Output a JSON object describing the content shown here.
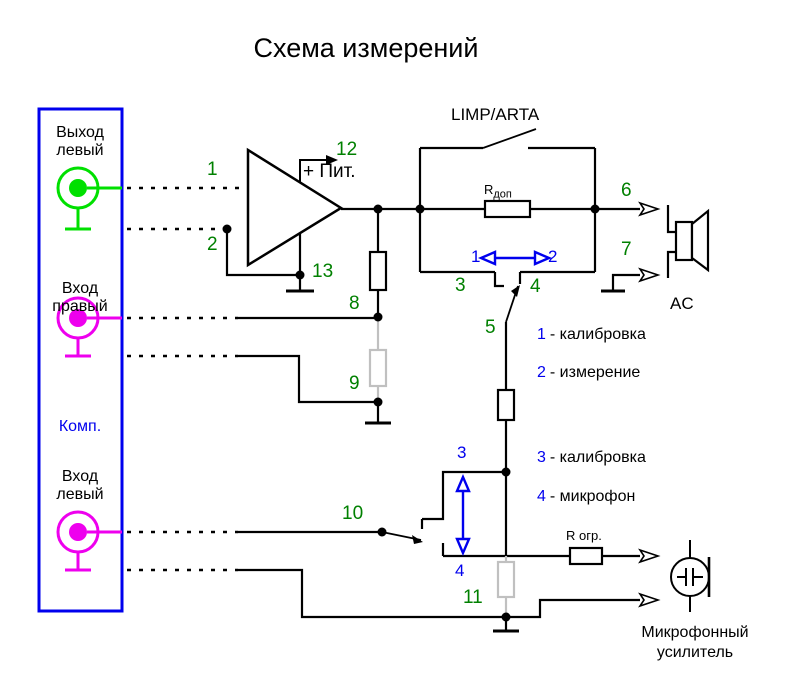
{
  "title": "Схема измерений",
  "panel": {
    "computer_label": "Комп.",
    "jacks": [
      {
        "line1": "Выход",
        "line2": "левый"
      },
      {
        "line1": "Вход",
        "line2": "правый"
      },
      {
        "line1": "Вход",
        "line2": "левый"
      }
    ]
  },
  "analyzer": {
    "label": "LIMP/ARTA",
    "resistor_label_main": "R",
    "resistor_label_sub": "доп",
    "pos_left": "1",
    "pos_right": "2"
  },
  "amp": {
    "power_label": "+ Пит."
  },
  "nodes": {
    "n1": "1",
    "n2": "2",
    "n12": "12",
    "n13": "13",
    "n8": "8",
    "n9": "9",
    "n6": "6",
    "n7": "7",
    "n3": "3",
    "n4": "4",
    "n5": "5",
    "n10": "10",
    "n11": "11"
  },
  "mic_switch": {
    "pos_top": "3",
    "pos_bottom": "4"
  },
  "limiter": {
    "label": "R огр."
  },
  "speaker": {
    "label": "AC"
  },
  "mic_amp": {
    "line1": "Микрофонный",
    "line2": "усилитель"
  },
  "legend": [
    {
      "num": "1",
      "text": "- калибровка"
    },
    {
      "num": "2",
      "text": "- измерение"
    },
    {
      "num": "3",
      "text": "- калибровка"
    },
    {
      "num": "4",
      "text": "- микрофон"
    }
  ],
  "colors": {
    "wire": "#000000",
    "panel_border": "#0000ee",
    "jack_output": "#00e000",
    "jack_input": "#ee00ee",
    "node_label_green": "#008000",
    "switch_blue": "#0000ee",
    "inactive_gray": "#c0c0c0"
  }
}
